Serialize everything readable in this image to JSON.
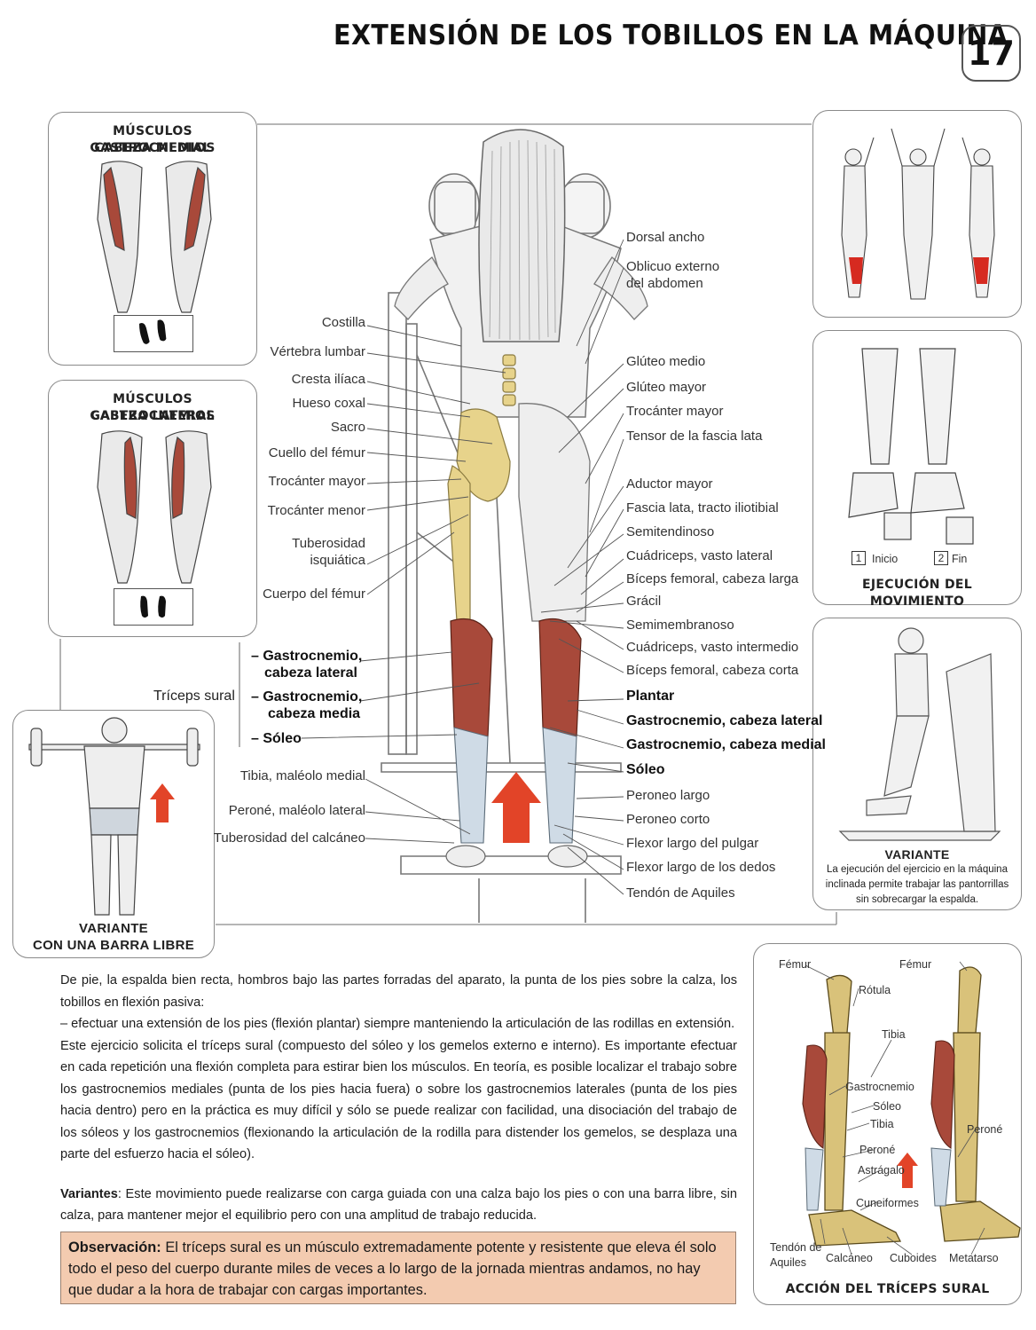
{
  "page": {
    "title": "EXTENSIÓN DE LOS TOBILLOS EN LA MÁQUINA",
    "number": "17"
  },
  "panels": {
    "medial": {
      "title_line1": "MÚSCULOS GASTROCNEMIOS",
      "title_line2": "CABEZA MEDIAL"
    },
    "lateral": {
      "title_line1": "MÚSCULOS GASTROCNEMIOS",
      "title_line2": "CABEZA LATERAL"
    },
    "barbell": {
      "title_line1": "VARIANTE",
      "title_line2": "CON UNA BARRA LIBRE"
    },
    "execution": {
      "step1_num": "1",
      "step1": "Inicio",
      "step2_num": "2",
      "step2": "Fin",
      "title": "EJECUCIÓN DEL MOVIMIENTO"
    },
    "variant": {
      "title": "VARIANTE",
      "caption_line1": "La ejecución del ejercicio en la máquina",
      "caption_line2": "inclinada permite trabajar las pantorrillas",
      "caption_line3": "sin sobrecargar la espalda."
    },
    "action": {
      "title": "ACCIÓN DEL TRÍCEPS SURAL",
      "labels": {
        "femur_left": "Fémur",
        "femur_right": "Fémur",
        "rotula": "Rótula",
        "tibia_top": "Tibia",
        "gastrocnemio": "Gastrocnemio",
        "soleo": "Sóleo",
        "tibia": "Tibia",
        "perone_right": "Peroné",
        "perone": "Peroné",
        "astragalo": "Astrágalo",
        "cuneiformes": "Cuneiformes",
        "tendon_line1": "Tendón de",
        "tendon_line2": "Aquiles",
        "calcaneo": "Calcáneo",
        "cuboides": "Cuboides",
        "metatarso": "Metatarso"
      }
    }
  },
  "labels_left": [
    "Costilla",
    "Vértebra lumbar",
    "Cresta ilíaca",
    "Hueso coxal",
    "Sacro",
    "Cuello del fémur",
    "Trocánter mayor",
    "Trocánter menor",
    "Tuberosidad",
    "isquiática",
    "Cuerpo del fémur"
  ],
  "triceps": {
    "label": "Tríceps sural",
    "items": [
      "– Gastrocnemio,",
      "cabeza lateral",
      "– Gastrocnemio,",
      "cabeza media",
      "– Sóleo"
    ]
  },
  "labels_left_lower": [
    "Tibia, maléolo medial",
    "Peroné, maléolo lateral",
    "Tuberosidad del calcáneo"
  ],
  "labels_right": [
    "Dorsal ancho",
    "Oblicuo externo",
    "del abdomen",
    "Glúteo medio",
    "Glúteo mayor",
    "Trocánter mayor",
    "Tensor de la fascia lata",
    "Aductor mayor",
    "Fascia lata, tracto iliotibial",
    "Semitendinoso",
    "Cuádriceps, vasto lateral",
    "Bíceps femoral, cabeza larga",
    "Grácil",
    "Semimembranoso",
    "Cuádriceps, vasto intermedio",
    "Bíceps femoral, cabeza corta"
  ],
  "labels_right_bold": [
    "Plantar",
    "Gastrocnemio, cabeza lateral",
    "Gastrocnemio, cabeza medial",
    "Sóleo"
  ],
  "labels_right_lower": [
    "Peroneo largo",
    "Peroneo corto",
    "Flexor largo del pulgar",
    "Flexor largo de los dedos",
    "Tendón de Aquiles"
  ],
  "body": {
    "p1": "De pie, la espalda bien recta, hombros bajo las partes forradas del aparato, la punta de los pies sobre la calza, los tobillos en flexión pasiva:",
    "p2": "– efectuar una extensión de los pies (flexión plantar) siempre manteniendo la articulación de las rodillas en extensión.",
    "p3": "Este ejercicio solicita el tríceps sural (compuesto del sóleo y los gemelos externo e interno). Es importante efectuar en cada repetición una flexión completa para estirar bien los músculos. En teoría, es posible localizar el trabajo sobre los gastrocnemios mediales (punta de los pies hacia fuera) o sobre los gastrocnemios laterales (punta de los pies hacia dentro) pero en la práctica es muy difícil y sólo se puede realizar con facilidad, una disociación del trabajo de los sóleos y los gastrocnemios (flexionando la articulación de la rodilla para distender los gemelos, se desplaza una parte del esfuerzo hacia el sóleo).",
    "variants_label": "Variantes",
    "variants_text": ": Este movimiento puede realizarse con carga guiada con una calza bajo los pies o con una barra libre, sin calza, para mantener mejor el equilibrio pero con una amplitud de trabajo reducida.",
    "obs_label": "Observación:",
    "obs_text": " El tríceps sural es un músculo extremadamente potente y resistente que eleva él solo todo el peso del cuerpo durante miles de veces a lo largo de la jornada mientras andamos, no hay que dudar a la hora de trabajar con cargas importantes."
  },
  "colors": {
    "muscle": "#a8493a",
    "bone": "#d9c27a",
    "arrow": "#e24428",
    "obs_bg": "#f3cbb0"
  }
}
